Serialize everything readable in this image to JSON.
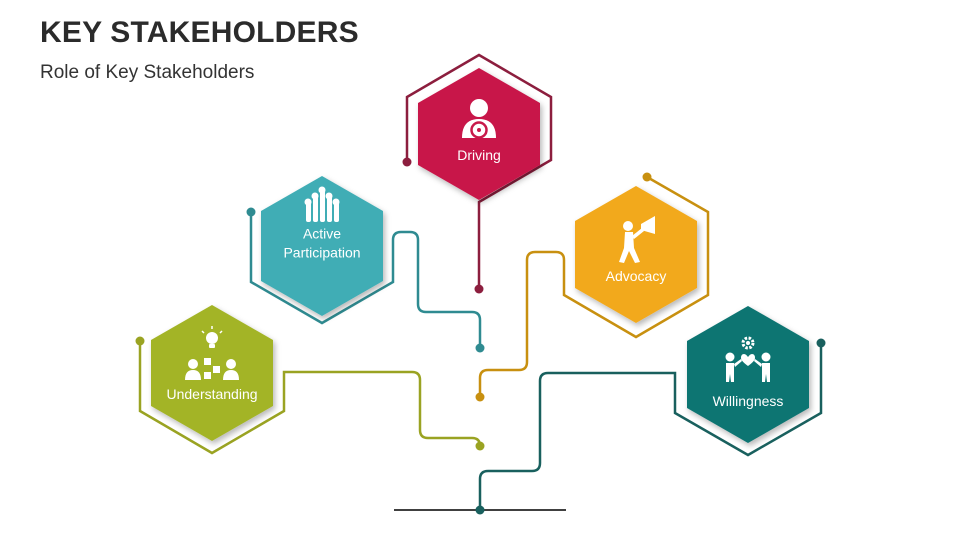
{
  "title": "KEY STAKEHOLDERS",
  "subtitle": "Role of Key Stakeholders",
  "stakeholders": [
    {
      "label": [
        "Driving"
      ],
      "color": "#c8194a",
      "icon": "driver-icon"
    },
    {
      "label": [
        "Active",
        "Participation"
      ],
      "color": "#3fadb5",
      "icon": "raised-hands-icon"
    },
    {
      "label": [
        "Advocacy"
      ],
      "color": "#f2a91b",
      "icon": "megaphone-icon"
    },
    {
      "label": [
        "Understanding"
      ],
      "color": "#a3b426",
      "icon": "collaboration-icon"
    },
    {
      "label": [
        "Willingness"
      ],
      "color": "#0e7472",
      "icon": "helping-people-icon"
    }
  ],
  "colors": {
    "driving_line": "#8c1e3e",
    "participation_line": "#2f8b91",
    "advocacy_line": "#c89010",
    "understanding_line": "#9aa322",
    "willingness_line": "#19605e",
    "base_line": "#404040"
  }
}
